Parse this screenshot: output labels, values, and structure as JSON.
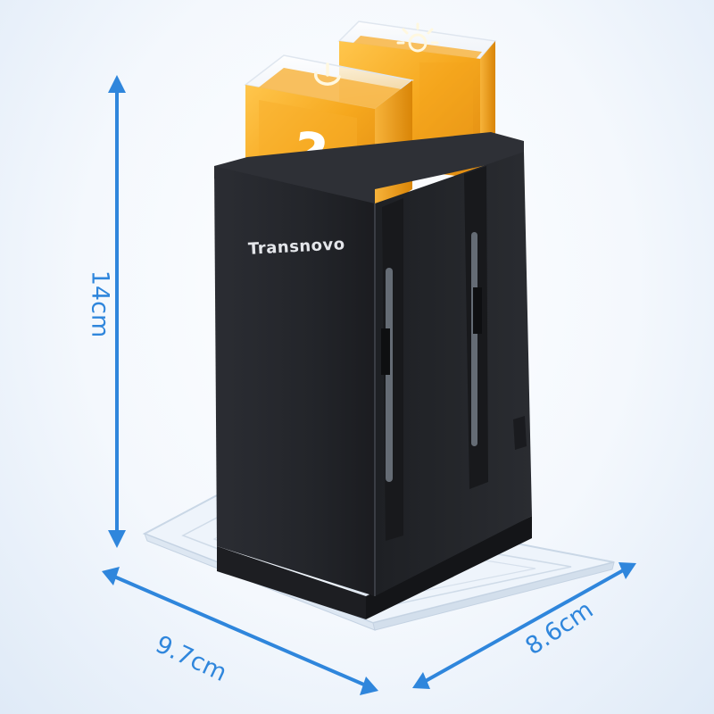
{
  "product": {
    "brand_text": "Transnovo",
    "body_color": "#26282d",
    "cartridge_color": "#f5a623",
    "left_cartridge_symbol": "?",
    "left_cartridge_icon": "power-icon",
    "right_cartridge_icon": "sun-icon"
  },
  "dimensions": {
    "height": "14cm",
    "width": "9.7cm",
    "depth": "8.6cm",
    "arrow_color": "#2f86dc"
  }
}
